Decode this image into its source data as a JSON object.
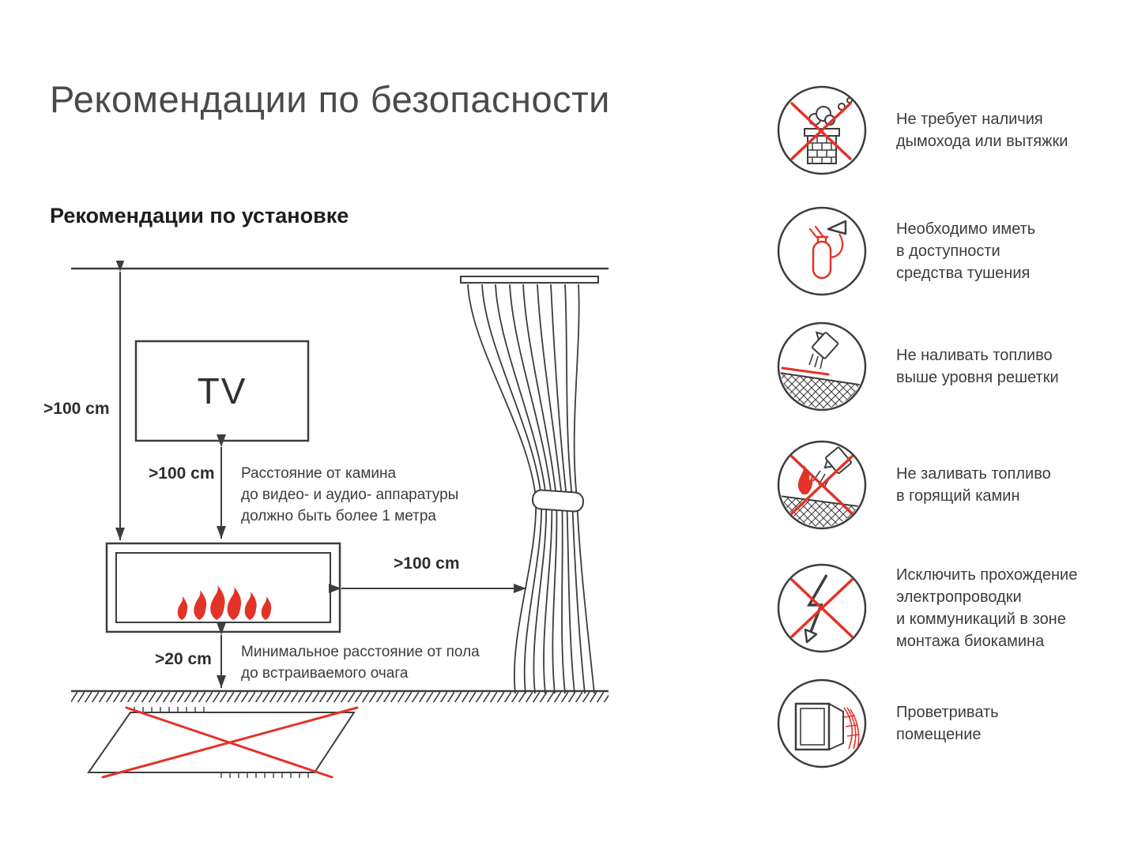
{
  "page": {
    "title": "Рекомендации по безопасности",
    "subtitle": "Рекомендации по установке"
  },
  "diagram": {
    "tv_label": "TV",
    "dim_ceiling": ">100 cm",
    "dim_tv_gap": ">100 cm",
    "dim_side": ">100 cm",
    "dim_floor": ">20 cm",
    "note_tv": "Расстояние от камина\nдо видео- и аудио- аппаратуры\nдолжно быть более 1 метра",
    "note_floor": "Минимальное расстояние от пола\nдо встраиваемого очага"
  },
  "safety_items": [
    {
      "icon": "no-chimney-icon",
      "text": "Не требует наличия\nдымохода или вытяжки"
    },
    {
      "icon": "fire-extinguisher-icon",
      "text": "Необходимо иметь\nв доступности\nсредства тушения"
    },
    {
      "icon": "fuel-level-icon",
      "text": "Не наливать топливо\nвыше уровня решетки"
    },
    {
      "icon": "no-refuel-burning-icon",
      "text": "Не заливать топливо\nв горящий камин"
    },
    {
      "icon": "no-wiring-icon",
      "text": "Исключить прохождение\nэлектропроводки\nи коммуникаций в зоне\nмонтажа биокамина"
    },
    {
      "icon": "ventilation-icon",
      "text": "Проветривать\nпомещение"
    }
  ],
  "colors": {
    "accent_red": "#e23329",
    "line_dark": "#3d3d3d"
  }
}
